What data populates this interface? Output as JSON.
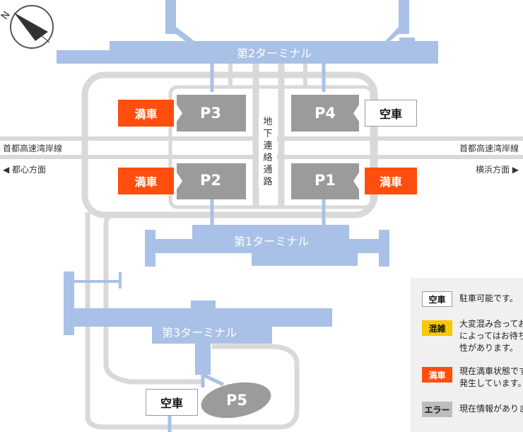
{
  "terminals": {
    "t2": "第2ターミナル",
    "t1": "第1ターミナル",
    "t3": "第3ターミナル"
  },
  "lots": {
    "p1": {
      "name": "P1",
      "status": "満車"
    },
    "p2": {
      "name": "P2",
      "status": "満車"
    },
    "p3": {
      "name": "P3",
      "status": "満車"
    },
    "p4": {
      "name": "P4",
      "status": "空車"
    },
    "p5": {
      "name": "P5",
      "status": "空車"
    }
  },
  "roads": {
    "expressway_left": "首都高速湾岸線",
    "expressway_right": "首都高速湾岸線",
    "dir_left": "◀ 都心方面",
    "dir_right": "横浜方面 ▶",
    "tunnel": [
      "地",
      "下",
      "連",
      "絡",
      "通",
      "路"
    ]
  },
  "compass": {
    "letter": "N"
  },
  "legend": [
    {
      "badge": "空車",
      "kind": "empty",
      "text": "駐車可能です。"
    },
    {
      "badge": "混雑",
      "kind": "busy",
      "text": "大変混み合ってお\nによってはお待ち\n性があります。"
    },
    {
      "badge": "満車",
      "kind": "full",
      "text": "現在満車状態です\n発生しています。"
    },
    {
      "badge": "エラー",
      "kind": "error",
      "text": "現在情報がありま"
    }
  ],
  "colors": {
    "terminal": "#a9c1e6",
    "road": "#d9d9d9",
    "lot": "#9b9b9b",
    "full": "#ff4e0d",
    "busy": "#f7c800",
    "legend_bg": "#f0f0f0"
  }
}
